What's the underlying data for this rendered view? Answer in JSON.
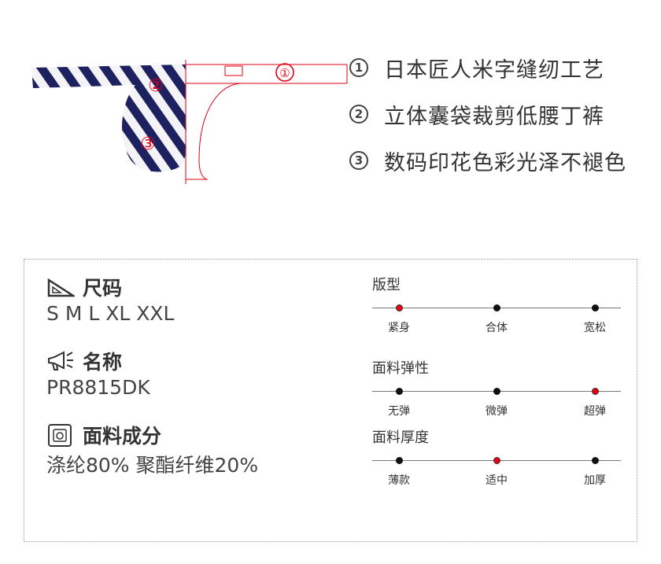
{
  "product": {
    "callouts": [
      "①",
      "②",
      "③"
    ]
  },
  "features": [
    {
      "num": "1",
      "text": "日本匠人米字缝纫工艺"
    },
    {
      "num": "2",
      "text": "立体囊袋裁剪低腰丁裤"
    },
    {
      "num": "3",
      "text": "数码印花色彩光泽不褪色"
    }
  ],
  "specs": {
    "size": {
      "label": "尺码",
      "value": "S M L XL XXL",
      "icon": "triangle-ruler-icon"
    },
    "name": {
      "label": "名称",
      "value": "PR8815DK",
      "icon": "megaphone-icon"
    },
    "material": {
      "label": "面料成分",
      "value": "涤纶80% 聚酯纤维20%",
      "icon": "camera-icon"
    }
  },
  "ratings": [
    {
      "title": "版型",
      "options": [
        "紧身",
        "合体",
        "宽松"
      ],
      "selected": 0
    },
    {
      "title": "面料弹性",
      "options": [
        "无弹",
        "微弹",
        "超弹"
      ],
      "selected": 2
    },
    {
      "title": "面料厚度",
      "options": [
        "薄款",
        "适中",
        "加厚"
      ],
      "selected": 1
    }
  ],
  "colors": {
    "accent": "#e60012",
    "navy": "#1d2160",
    "dot": "#111111"
  }
}
